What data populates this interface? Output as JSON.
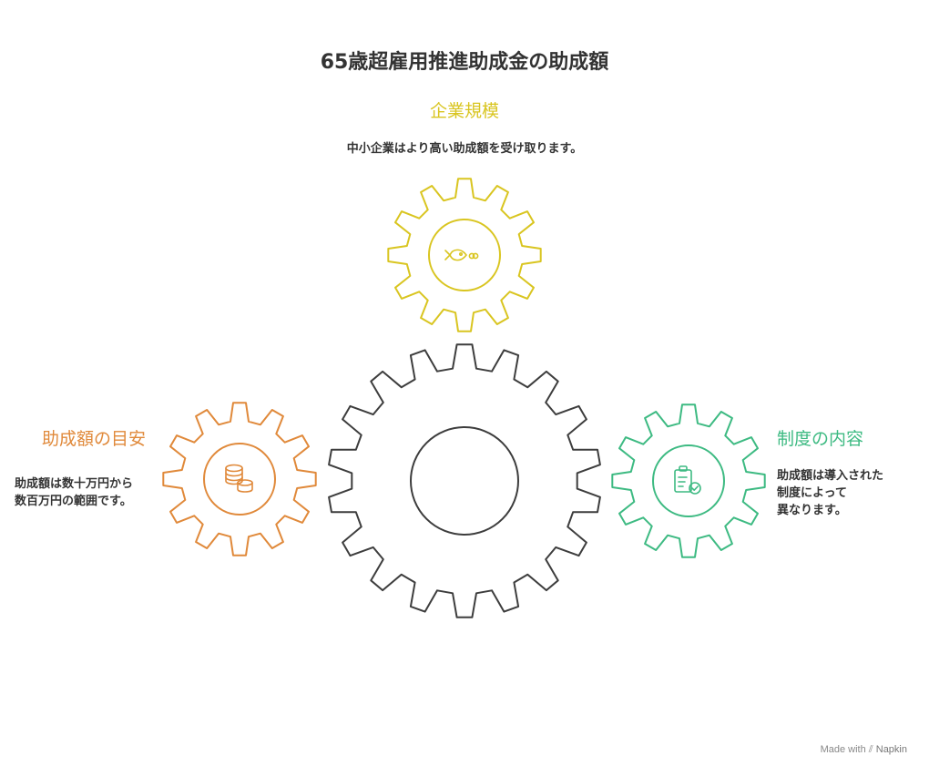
{
  "title": "65歳超雇用推進助成金の助成額",
  "colors": {
    "main": "#3d3d3d",
    "top": "#d9c520",
    "left": "#e0893a",
    "right": "#3dba82"
  },
  "sections": {
    "top": {
      "heading": "企業規模",
      "description": "中小企業はより高い助成額を受け取ります。",
      "icon": "fish-icon"
    },
    "left": {
      "heading": "助成額の目安",
      "description_lines": [
        "助成額は数十万円から",
        "数百万円の範囲です。"
      ],
      "icon": "coins-icon"
    },
    "right": {
      "heading": "制度の内容",
      "description_lines": [
        "助成額は導入された",
        "制度によって",
        "異なります。"
      ],
      "icon": "clipboard-check-icon"
    }
  },
  "footer": {
    "made_with": "Made with",
    "brand": "Napkin"
  }
}
